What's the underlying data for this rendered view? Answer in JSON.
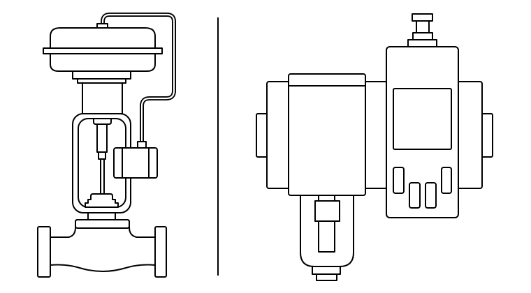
{
  "diagram": {
    "background_color": "#ffffff",
    "line_color": "#000000",
    "components": [
      {
        "id": "control-valve",
        "icon": "control-valve-icon"
      },
      {
        "id": "divider"
      },
      {
        "id": "rotary-actuator-with-positioner",
        "icon": "rotary-actuator-icon"
      }
    ]
  }
}
